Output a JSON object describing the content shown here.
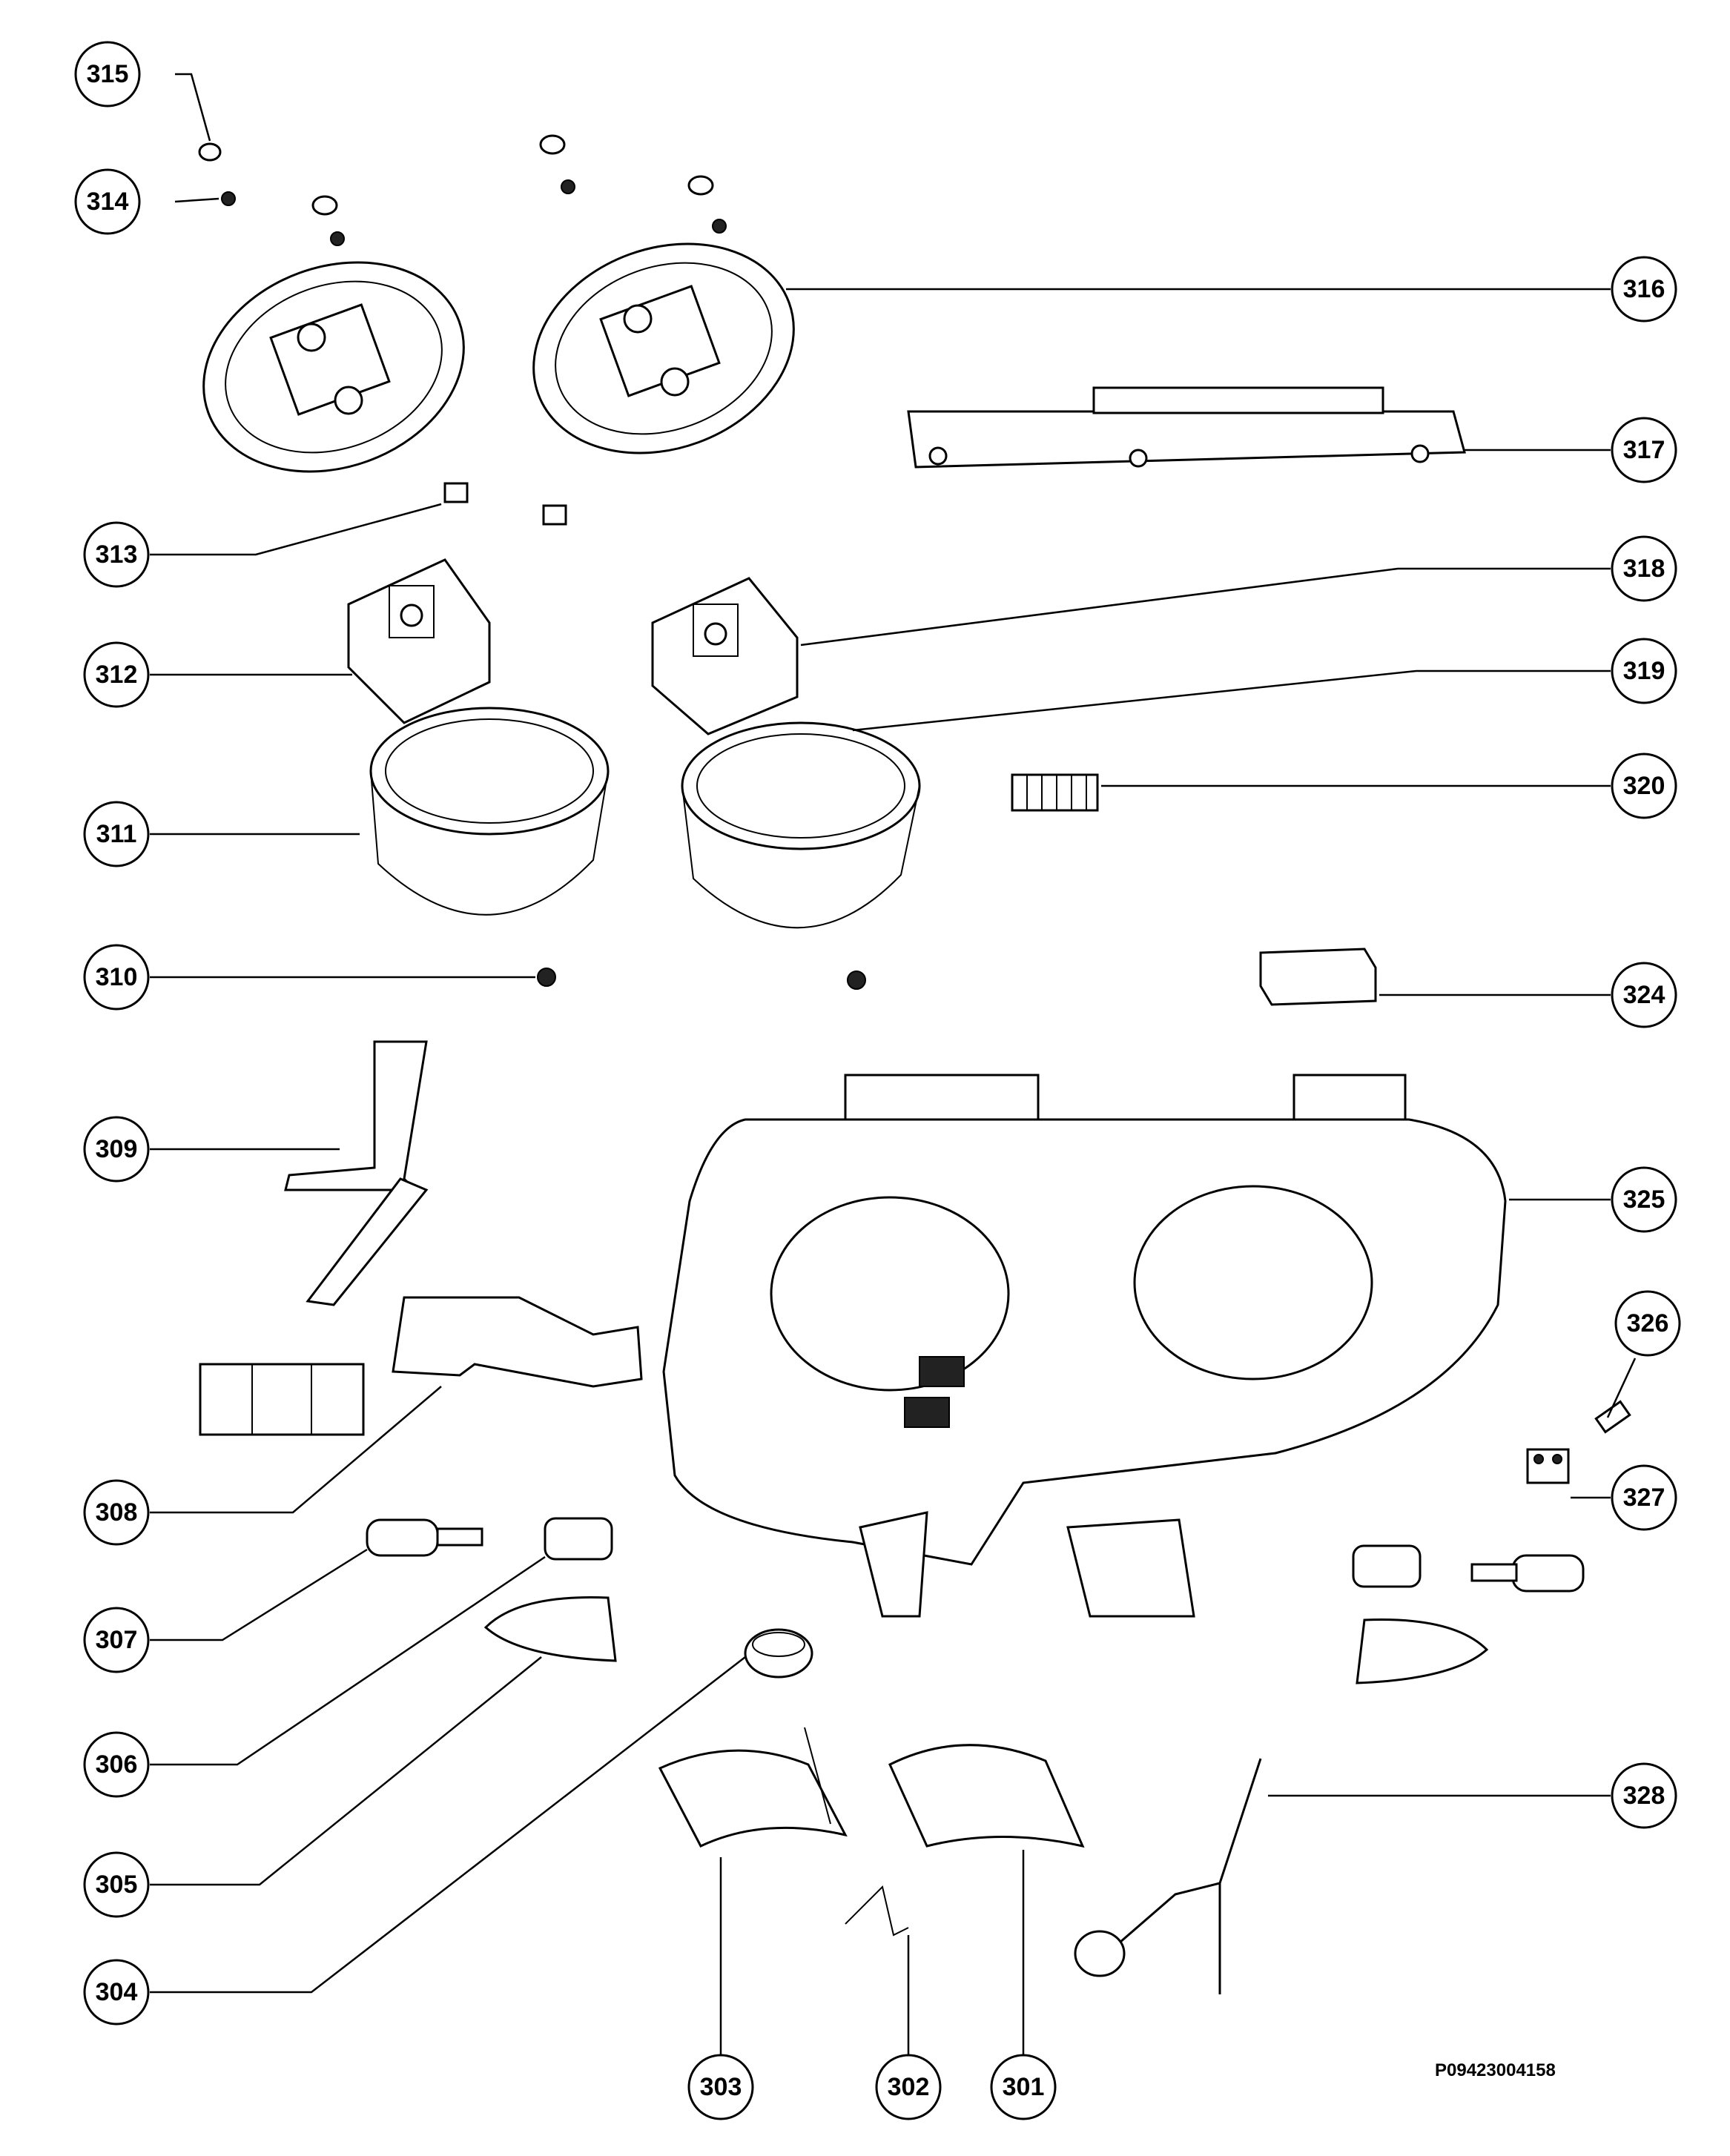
{
  "drawing_reference": "P09423004158",
  "colors": {
    "line": "#000000",
    "background": "#ffffff"
  },
  "callouts": {
    "c315": "315",
    "c314": "314",
    "c316": "316",
    "c317": "317",
    "c313": "313",
    "c318": "318",
    "c312": "312",
    "c319": "319",
    "c320": "320",
    "c311": "311",
    "c310": "310",
    "c324": "324",
    "c309": "309",
    "c325": "325",
    "c326": "326",
    "c327": "327",
    "c308": "308",
    "c307": "307",
    "c306": "306",
    "c305": "305",
    "c328": "328",
    "c304": "304",
    "c303": "303",
    "c302": "302",
    "c301": "301"
  }
}
